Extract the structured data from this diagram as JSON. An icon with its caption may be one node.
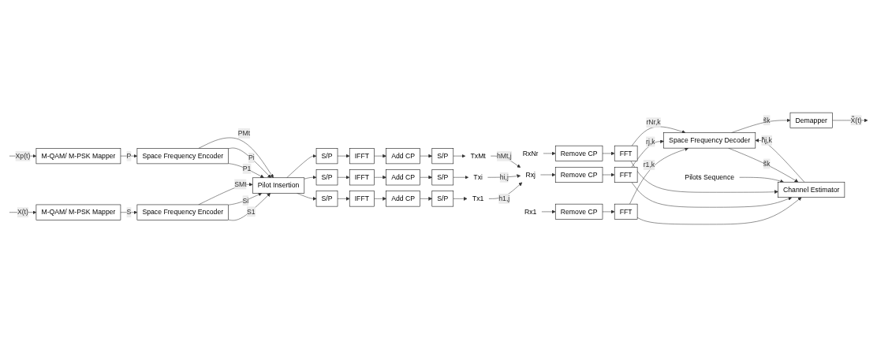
{
  "diagram": {
    "nodes": [
      {
        "text": [
          "M-QAM/ M-PSK Mapper"
        ]
      },
      {
        "text": [
          "Space Frequency Encoder"
        ]
      },
      {
        "text": [
          "Pilot Insertion"
        ]
      },
      {
        "text": [
          "M-QAM/ M-PSK Mapper"
        ]
      },
      {
        "text": [
          "Space Frequency Encoder"
        ]
      },
      {
        "text": [
          "S/P"
        ]
      },
      {
        "text": [
          "S/P"
        ]
      },
      {
        "text": [
          "S/P"
        ]
      },
      {
        "text": [
          "IFFT"
        ]
      },
      {
        "text": [
          "IFFT"
        ]
      },
      {
        "text": [
          "IFFT"
        ]
      },
      {
        "text": [
          "Add CP"
        ]
      },
      {
        "text": [
          "Add CP"
        ]
      },
      {
        "text": [
          "Add CP"
        ]
      },
      {
        "text": [
          "S/P"
        ]
      },
      {
        "text": [
          "S/P"
        ]
      },
      {
        "text": [
          "S/P"
        ]
      },
      {
        "text": [
          "Tx1"
        ]
      },
      {
        "text": [
          "Txi"
        ]
      },
      {
        "text": [
          "TxMt"
        ]
      },
      {
        "text": [
          "Rx1"
        ]
      },
      {
        "text": [
          "Rxj"
        ]
      },
      {
        "text": [
          "RxNr"
        ]
      },
      {
        "text": [
          "Remove CP"
        ]
      },
      {
        "text": [
          "Remove CP"
        ]
      },
      {
        "text": [
          "Remove CP"
        ]
      },
      {
        "text": [
          "FFT"
        ]
      },
      {
        "text": [
          "FFT"
        ]
      },
      {
        "text": [
          "FFT"
        ]
      },
      {
        "text": [
          "Space Frequency Decoder"
        ]
      },
      {
        "text": [
          "Demapper"
        ]
      },
      {
        "text": [
          "Channel Estimator"
        ]
      },
      {
        "text": [
          "Pilots Sequence"
        ]
      }
    ],
    "edges": [
      {
        "from": null,
        "to": 0,
        "arrow": "to",
        "label": "X(t)"
      },
      {
        "from": 0,
        "to": 1,
        "arrow": "to",
        "label": "S"
      },
      {
        "from": 1,
        "to": 2,
        "arrow": "to",
        "label": "S1"
      },
      {
        "from": 1,
        "to": 2,
        "arrow": "to",
        "label": "Si"
      },
      {
        "from": 1,
        "to": 2,
        "arrow": "to",
        "label": "SMt"
      },
      {
        "from": null,
        "to": 3,
        "arrow": "to",
        "label": "Xp(t)"
      },
      {
        "from": 3,
        "to": 4,
        "arrow": "to",
        "label": "P"
      },
      {
        "from": 4,
        "to": 2,
        "arrow": "to",
        "label": "P1"
      },
      {
        "from": 4,
        "to": 2,
        "arrow": "to",
        "label": "Pi"
      },
      {
        "from": 4,
        "to": 2,
        "arrow": "to",
        "label": "PMt"
      },
      {
        "from": 2,
        "to": 5,
        "arrow": "to"
      },
      {
        "from": 2,
        "to": 6,
        "arrow": "to"
      },
      {
        "from": 2,
        "to": 7,
        "arrow": "to"
      },
      {
        "from": 5,
        "to": 8,
        "arrow": "to"
      },
      {
        "from": 6,
        "to": 9,
        "arrow": "to"
      },
      {
        "from": 7,
        "to": 10,
        "arrow": "to"
      },
      {
        "from": 8,
        "to": 11,
        "arrow": "to"
      },
      {
        "from": 9,
        "to": 12,
        "arrow": "to"
      },
      {
        "from": 10,
        "to": 13,
        "arrow": "to"
      },
      {
        "from": 11,
        "to": 14,
        "arrow": "to"
      },
      {
        "from": 12,
        "to": 15,
        "arrow": "to"
      },
      {
        "from": 13,
        "to": 16,
        "arrow": "to"
      },
      {
        "from": 14,
        "to": 17,
        "arrow": "to"
      },
      {
        "from": 15,
        "to": 18,
        "arrow": "to"
      },
      {
        "from": 16,
        "to": 19,
        "arrow": "to"
      },
      {
        "from": 17,
        "to": 21,
        "arrow": "to",
        "label": "h1,j"
      },
      {
        "from": 18,
        "to": 21,
        "arrow": "to",
        "label": "hi,j"
      },
      {
        "from": 19,
        "to": 21,
        "arrow": "to",
        "label": "hMt,j"
      },
      {
        "from": 20,
        "to": 23,
        "arrow": "to"
      },
      {
        "from": 21,
        "to": 24,
        "arrow": "to"
      },
      {
        "from": 22,
        "to": 25,
        "arrow": "to"
      },
      {
        "from": 23,
        "to": 26,
        "arrow": "to"
      },
      {
        "from": 24,
        "to": 27,
        "arrow": "to"
      },
      {
        "from": 25,
        "to": 28,
        "arrow": "to"
      },
      {
        "from": 26,
        "to": 29,
        "arrow": "to",
        "label": "r1,k"
      },
      {
        "from": 27,
        "to": 29,
        "arrow": "to",
        "label": "rj,k"
      },
      {
        "from": 28,
        "to": 29,
        "arrow": "to",
        "label": "rNr,k"
      },
      {
        "from": 26,
        "to": 31,
        "arrow": "to"
      },
      {
        "from": 27,
        "to": 31,
        "arrow": "to"
      },
      {
        "from": 28,
        "to": 31,
        "arrow": "to"
      },
      {
        "from": 32,
        "to": 31,
        "arrow": "to"
      },
      {
        "from": 31,
        "to": 29,
        "arrow": "to",
        "label": "h̃j,k"
      },
      {
        "from": 29,
        "to": 31,
        "arrow": "to",
        "label": "s̃k"
      },
      {
        "from": 29,
        "to": 30,
        "arrow": "to",
        "label": "s̃k"
      },
      {
        "from": 30,
        "to": null,
        "arrow": "to",
        "label": "X̃(t)"
      }
    ]
  }
}
